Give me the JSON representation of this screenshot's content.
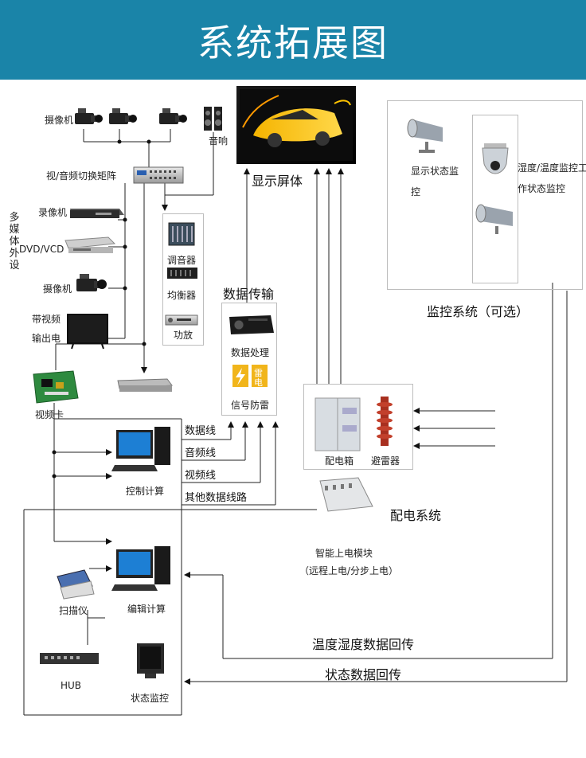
{
  "header": {
    "title": "系统拓展图",
    "bg_color": "#1a84a8"
  },
  "labels": {
    "camera": "摄像机",
    "speaker": "音响",
    "screen": "显示屏体",
    "matrix": "视/音频切换矩阵",
    "recorder": "录像机",
    "dvd": "DVD/VCD",
    "camera2": "摄像机",
    "multimedia": "多媒体外设",
    "tv_line1": "带视频",
    "tv_line2": "输出电",
    "video_card": "视频卡",
    "mixer": "调音器",
    "equalizer": "均衡器",
    "amplifier": "功放",
    "data_transfer": "数据传输",
    "data_process": "数据处理",
    "signal_protect": "信号防雷",
    "surv_status_1": "显示状态监",
    "surv_status_2": "控",
    "temp_humid_1": "湿度/温度监控工",
    "temp_humid_2": "作状态监控",
    "surv_system": "监控系统（可选）",
    "data_line": "数据线",
    "audio_line": "音频线",
    "video_line": "视频线",
    "other_lines": "其他数据线路",
    "control_pc": "控制计算",
    "power_box": "配电箱",
    "arrester": "避雷器",
    "power_system": "配电系统",
    "smart_power_1": "智能上电模块",
    "smart_power_2": "（远程上电/分步上电）",
    "edit_pc": "编辑计算",
    "scanner": "扫描仪",
    "hub": "HUB",
    "status_monitor": "状态监控",
    "temp_return": "温度湿度数据回传",
    "status_return": "状态数据回传",
    "lightning_char_1": "雷",
    "lightning_char_2": "电"
  }
}
